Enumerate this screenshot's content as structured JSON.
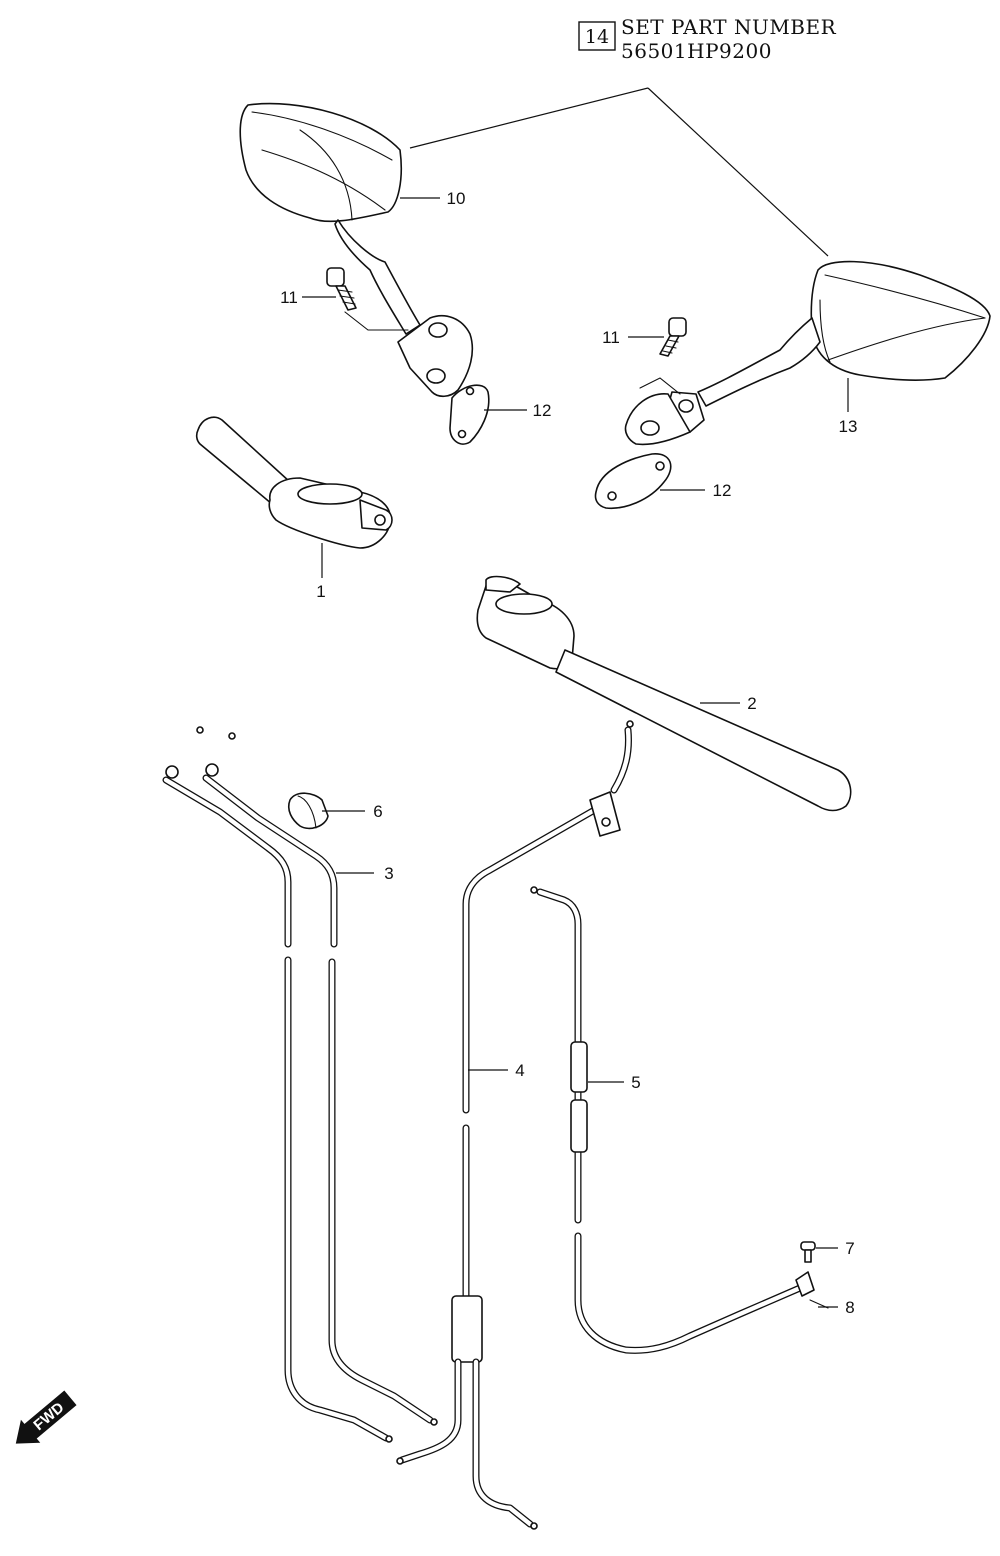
{
  "set_info": {
    "ref_number": "14",
    "title": "SET PART NUMBER",
    "part_number": "56501HP9200"
  },
  "callouts": [
    {
      "id": "1",
      "label": "1"
    },
    {
      "id": "2",
      "label": "2"
    },
    {
      "id": "3",
      "label": "3"
    },
    {
      "id": "4",
      "label": "4"
    },
    {
      "id": "5",
      "label": "5"
    },
    {
      "id": "6",
      "label": "6"
    },
    {
      "id": "7",
      "label": "7"
    },
    {
      "id": "8",
      "label": "8"
    },
    {
      "id": "10",
      "label": "10"
    },
    {
      "id": "11a",
      "label": "11"
    },
    {
      "id": "11b",
      "label": "11"
    },
    {
      "id": "12a",
      "label": "12"
    },
    {
      "id": "12b",
      "label": "12"
    },
    {
      "id": "13",
      "label": "13"
    }
  ],
  "direction_badge": {
    "label": "FWD",
    "icon": "fwd-arrow-icon"
  }
}
